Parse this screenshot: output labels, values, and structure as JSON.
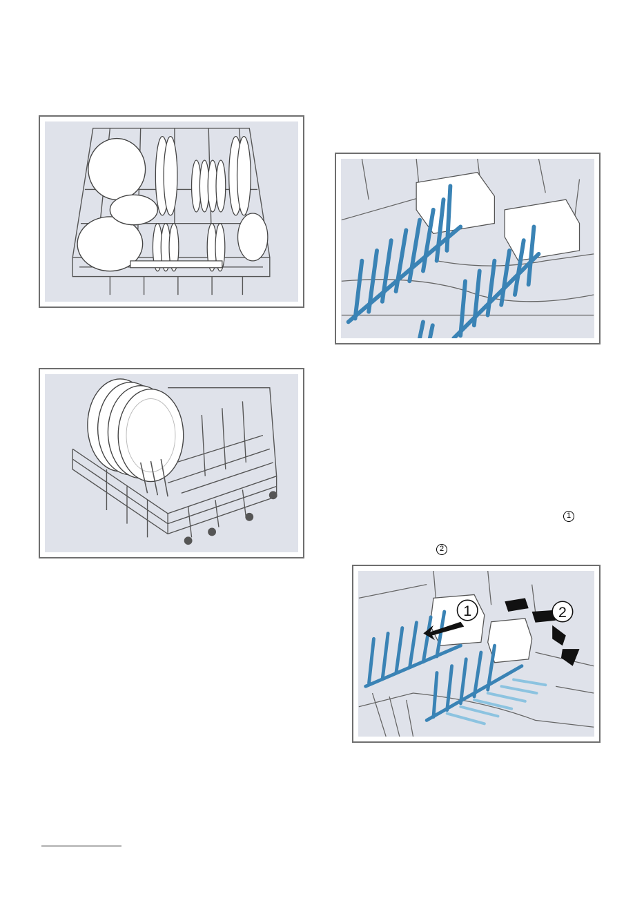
{
  "markers": {
    "step_1": "1",
    "step_2": "2"
  },
  "figures": {
    "rack_arrows": {
      "label_1": "1",
      "label_2": "2"
    }
  },
  "icons": [
    "step-1-marker",
    "step-2-marker",
    "arrow-icon"
  ],
  "colors": {
    "frame_border": "#6e6e6e",
    "figure_background": "#dfe2ea",
    "tine_blue": "#3a83b5",
    "tine_light_blue": "#8cc3e0"
  }
}
